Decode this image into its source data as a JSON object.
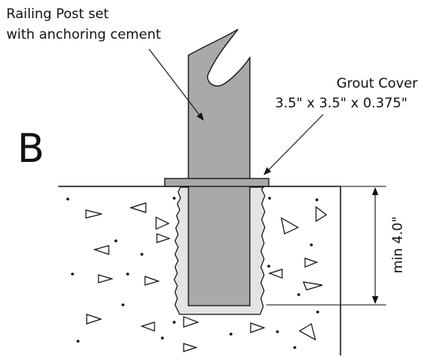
{
  "labels": {
    "post_line1": "Railing Post set",
    "post_line2": "with anchoring cement",
    "grout_line1": "Grout Cover",
    "grout_line2": "3.5\" x 3.5\" x 0.375\"",
    "section": "B",
    "depth": "min 4.0\""
  },
  "colors": {
    "post_fill": "#a9a9a9",
    "cap_fill": "#a9a9a9",
    "cement_fill": "#e4e4e4",
    "outline": "#111111"
  }
}
